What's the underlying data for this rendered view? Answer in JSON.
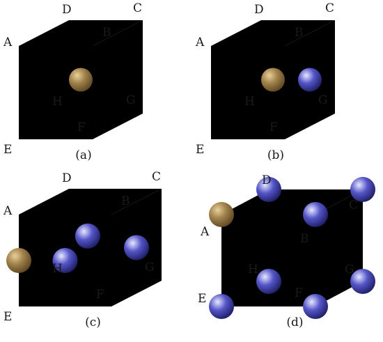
{
  "colors": {
    "face": "#f5dfb3",
    "edge": "#1a1a1a",
    "gold_light": "#e8d09a",
    "gold_mid": "#a0824a",
    "gold_dark": "#5a4222",
    "blue_light": "#e6e8ff",
    "blue_mid": "#5555c8",
    "blue_dark": "#1a1a5e"
  },
  "panels": [
    {
      "caption": "(a)",
      "vertex_labels": {
        "A": "A",
        "B": "B",
        "C": "C",
        "D": "D",
        "E": "E",
        "F": "F",
        "G": "G",
        "H": "H"
      },
      "spheres": [
        {
          "kind": "gold",
          "position": "body-center"
        }
      ]
    },
    {
      "caption": "(b)",
      "vertex_labels": {
        "A": "A",
        "B": "B",
        "C": "C",
        "D": "D",
        "E": "E",
        "F": "F",
        "G": "G",
        "H": "H"
      },
      "spheres": [
        {
          "kind": "gold",
          "position": "body-center"
        },
        {
          "kind": "blue",
          "position": "right-face-center"
        }
      ]
    },
    {
      "caption": "(c)",
      "vertex_labels": {
        "A": "A",
        "B": "B",
        "C": "C",
        "D": "D",
        "E": "E",
        "F": "F",
        "G": "G",
        "H": "H"
      },
      "spheres": [
        {
          "kind": "gold",
          "position": "left-face-center"
        },
        {
          "kind": "blue",
          "position": "back-face-center"
        },
        {
          "kind": "blue",
          "position": "front-face-center"
        },
        {
          "kind": "blue",
          "position": "right-face-center"
        }
      ]
    },
    {
      "caption": "(d)",
      "vertex_labels": {
        "A": "A",
        "B": "B",
        "C": "C",
        "D": "D",
        "E": "E",
        "F": "F",
        "G": "G",
        "H": "H"
      },
      "spheres": [
        {
          "kind": "gold",
          "position": "corner-A"
        },
        {
          "kind": "blue",
          "position": "corner-B"
        },
        {
          "kind": "blue",
          "position": "corner-C"
        },
        {
          "kind": "blue",
          "position": "corner-D"
        },
        {
          "kind": "blue",
          "position": "corner-E"
        },
        {
          "kind": "blue",
          "position": "corner-F"
        },
        {
          "kind": "blue",
          "position": "corner-G"
        },
        {
          "kind": "blue",
          "position": "corner-H"
        }
      ]
    }
  ]
}
